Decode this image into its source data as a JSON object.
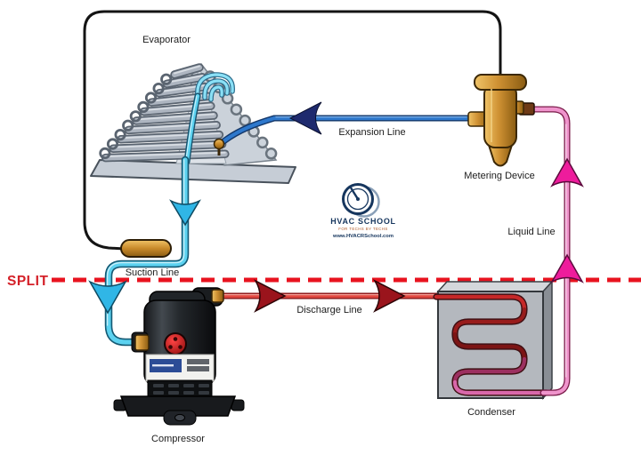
{
  "labels": {
    "evaporator": "Evaporator",
    "metering_device": "Metering Device",
    "expansion_line": "Expansion Line",
    "suction_line": "Suction Line",
    "discharge_line": "Discharge Line",
    "liquid_line": "Liquid Line",
    "compressor": "Compressor",
    "condenser": "Condenser",
    "split": "SPLIT"
  },
  "logo": {
    "name": "HVAC SCHOOL",
    "tagline": "FOR TECHS BY TECHS",
    "website": "www.HVACRSchool.com"
  },
  "colors": {
    "split_line": "#e8131f",
    "suction_line": "#5cd2f0",
    "expansion_line": "#2e78cc",
    "discharge_line": "#e04840",
    "liquid_line": "#ef94cc",
    "liquid_arrow": "#ee1c9c",
    "brass": "#cf9133",
    "logo_navy": "#16365e"
  }
}
